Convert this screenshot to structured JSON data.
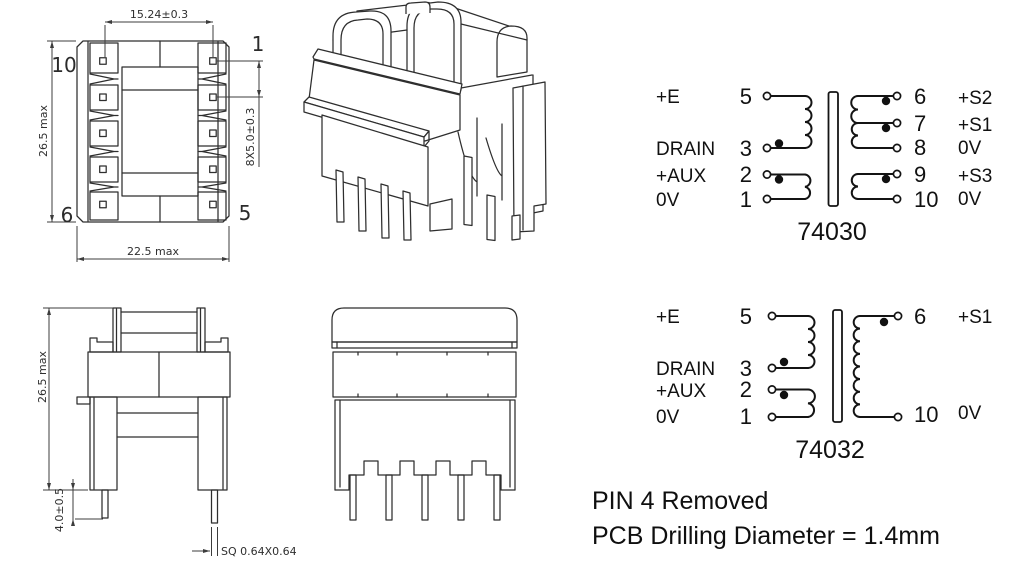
{
  "top_view": {
    "corner_pins": {
      "top_left": "10",
      "top_right": "1",
      "bottom_left": "6",
      "bottom_right": "5"
    },
    "dim_pin_span": "15.24±0.3",
    "dim_height": "26.5 max",
    "dim_pin_pitch": "8X5.0±0.3",
    "dim_width": "22.5 max"
  },
  "front_view": {
    "dim_height": "26.5 max",
    "dim_pin_length": "4.0±0.5",
    "dim_pin_square": "SQ 0.64X0.64"
  },
  "schematic_74030": {
    "title": "74030",
    "left": [
      {
        "label": "+E",
        "pin": "5"
      },
      {
        "label": "DRAIN",
        "pin": "3"
      },
      {
        "label": "+AUX",
        "pin": "2"
      },
      {
        "label": "0V",
        "pin": "1"
      }
    ],
    "right": [
      {
        "pin": "6",
        "label": "+S2"
      },
      {
        "pin": "7",
        "label": "+S1"
      },
      {
        "pin": "8",
        "label": "0V"
      },
      {
        "pin": "9",
        "label": "+S3"
      },
      {
        "pin": "10",
        "label": "0V"
      }
    ]
  },
  "schematic_74032": {
    "title": "74032",
    "left": [
      {
        "label": "+E",
        "pin": "5"
      },
      {
        "label": "DRAIN",
        "pin": "3"
      },
      {
        "label": "+AUX",
        "pin": "2"
      },
      {
        "label": "0V",
        "pin": "1"
      }
    ],
    "right": [
      {
        "pin": "6",
        "label": "+S1"
      },
      {
        "pin": "10",
        "label": "0V"
      }
    ]
  },
  "notes": {
    "line1": "PIN 4 Removed",
    "line2": "PCB Drilling Diameter = 1.4mm"
  }
}
